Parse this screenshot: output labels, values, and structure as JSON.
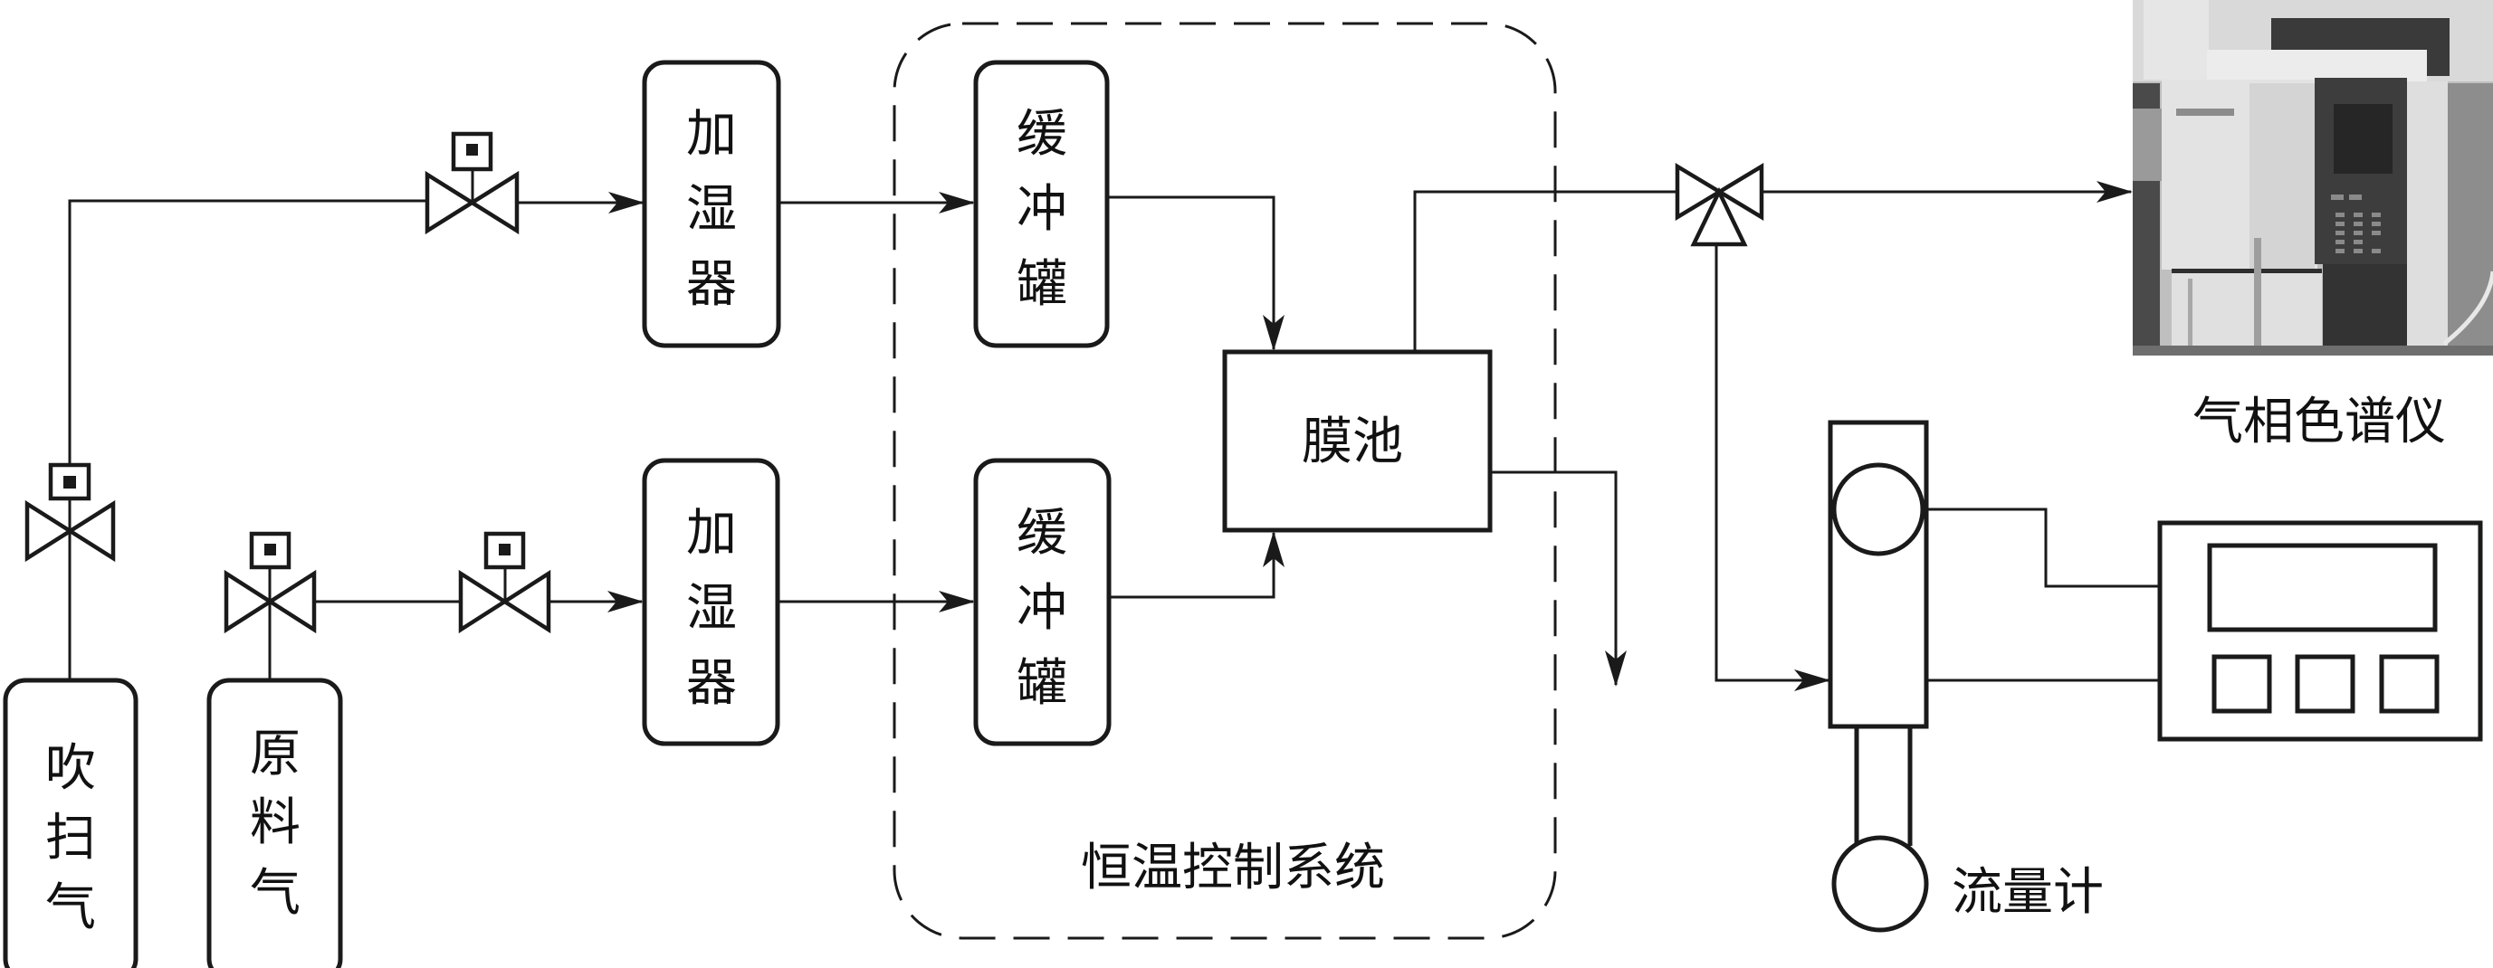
{
  "title": "膜分离气体渗透测试装置流程示意图",
  "sources": {
    "sweep_gas": {
      "label": [
        "吹",
        "扫",
        "气"
      ]
    },
    "feed_gas": {
      "label": [
        "原",
        "料",
        "气"
      ]
    }
  },
  "humidifiers": [
    {
      "label": [
        "加",
        "湿",
        "器"
      ]
    },
    {
      "label": [
        "加",
        "湿",
        "器"
      ]
    }
  ],
  "buffer_tanks": [
    {
      "label": [
        "缓",
        "冲",
        "罐"
      ]
    },
    {
      "label": [
        "缓",
        "冲",
        "罐"
      ]
    }
  ],
  "membrane_cell": {
    "label": "膜池"
  },
  "thermostat_system": {
    "label": "恒温控制系统"
  },
  "gas_chromatograph": {
    "label": "气相色谱仪"
  },
  "flowmeter": {
    "label": "流量计"
  },
  "valves": {
    "solenoid_count": 4,
    "three_way_count": 1
  },
  "colors": {
    "line": "#1a1a1a",
    "background": "#ffffff"
  }
}
